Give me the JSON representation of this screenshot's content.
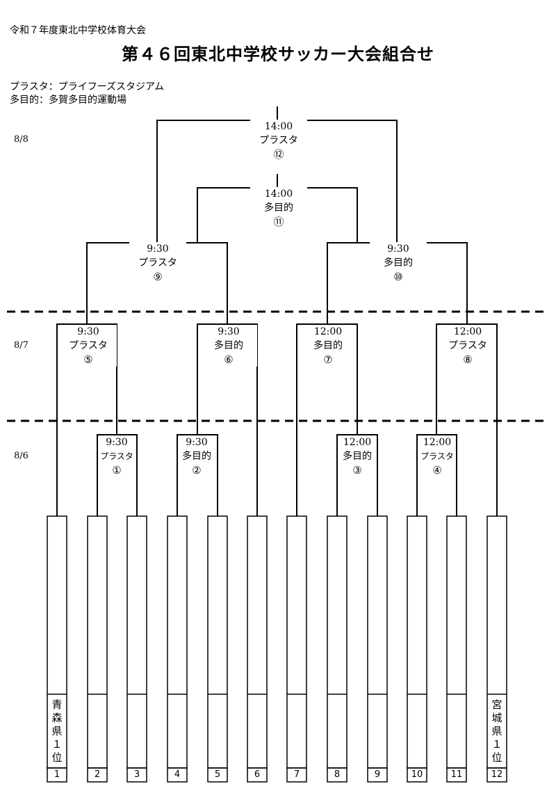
{
  "header": {
    "subtitle": "令和７年度東北中学校体育大会",
    "title": "第４６回東北中学校サッカー大会組合せ"
  },
  "legend": {
    "line1": "プラスタ：プライフーズスタジアム",
    "line2": "多目的：多賀多目的運動場"
  },
  "days": {
    "d88": "8/8",
    "d87": "8/7",
    "d86": "8/6"
  },
  "matches": {
    "m1": {
      "time": "9:30",
      "venue": "プラスタ",
      "num": "①"
    },
    "m2": {
      "time": "9:30",
      "venue": "多目的",
      "num": "②"
    },
    "m3": {
      "time": "12:00",
      "venue": "多目的",
      "num": "③"
    },
    "m4": {
      "time": "12:00",
      "venue": "プラスタ",
      "num": "④"
    },
    "m5": {
      "time": "9:30",
      "venue": "プラスタ",
      "num": "⑤"
    },
    "m6": {
      "time": "9:30",
      "venue": "多目的",
      "num": "⑥"
    },
    "m7": {
      "time": "12:00",
      "venue": "多目的",
      "num": "⑦"
    },
    "m8": {
      "time": "12:00",
      "venue": "プラスタ",
      "num": "⑧"
    },
    "m9": {
      "time": "9:30",
      "venue": "プラスタ",
      "num": "⑨"
    },
    "m10": {
      "time": "9:30",
      "venue": "多目的",
      "num": "⑩"
    },
    "m11": {
      "time": "14:00",
      "venue": "多目的",
      "num": "⑪"
    },
    "m12": {
      "time": "14:00",
      "venue": "プラスタ",
      "num": "⑫"
    }
  },
  "teams": [
    {
      "seed": "1",
      "name": "青森県１位"
    },
    {
      "seed": "2",
      "name": ""
    },
    {
      "seed": "3",
      "name": ""
    },
    {
      "seed": "4",
      "name": ""
    },
    {
      "seed": "5",
      "name": ""
    },
    {
      "seed": "6",
      "name": ""
    },
    {
      "seed": "7",
      "name": ""
    },
    {
      "seed": "8",
      "name": ""
    },
    {
      "seed": "9",
      "name": ""
    },
    {
      "seed": "10",
      "name": ""
    },
    {
      "seed": "11",
      "name": ""
    },
    {
      "seed": "12",
      "name": "宮城県１位"
    }
  ]
}
